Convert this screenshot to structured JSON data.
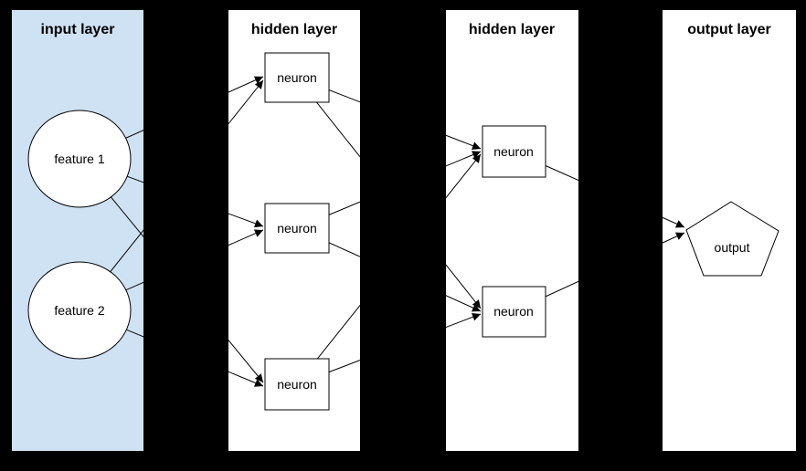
{
  "diagram": {
    "type": "neural-network-diagram",
    "colors": {
      "canvas_background": "#000000",
      "input_panel_fill": "#cfe2f3",
      "hidden_panel_fill": "#ffffff",
      "output_panel_fill": "#ffffff",
      "shape_fill": "#ffffff",
      "stroke": "#000000"
    },
    "panels": [
      {
        "title": "input layer",
        "fill": "#cfe2f3"
      },
      {
        "title": "hidden layer",
        "fill": "#ffffff"
      },
      {
        "title": "hidden layer",
        "fill": "#ffffff"
      },
      {
        "title": "output layer",
        "fill": "#ffffff"
      }
    ],
    "nodes": [
      {
        "id": "feature-1",
        "label": "feature 1",
        "shape": "circle",
        "panel": 0
      },
      {
        "id": "feature-2",
        "label": "feature 2",
        "shape": "circle",
        "panel": 0
      },
      {
        "id": "h1-neuron-1",
        "label": "neuron",
        "shape": "rect",
        "panel": 1
      },
      {
        "id": "h1-neuron-2",
        "label": "neuron",
        "shape": "rect",
        "panel": 1
      },
      {
        "id": "h1-neuron-3",
        "label": "neuron",
        "shape": "rect",
        "panel": 1
      },
      {
        "id": "h2-neuron-1",
        "label": "neuron",
        "shape": "rect",
        "panel": 2
      },
      {
        "id": "h2-neuron-2",
        "label": "neuron",
        "shape": "rect",
        "panel": 2
      },
      {
        "id": "output",
        "label": "output",
        "shape": "pentagon",
        "panel": 3
      }
    ],
    "edges": [
      [
        "feature-1",
        "h1-neuron-1"
      ],
      [
        "feature-1",
        "h1-neuron-2"
      ],
      [
        "feature-1",
        "h1-neuron-3"
      ],
      [
        "feature-2",
        "h1-neuron-1"
      ],
      [
        "feature-2",
        "h1-neuron-2"
      ],
      [
        "feature-2",
        "h1-neuron-3"
      ],
      [
        "h1-neuron-1",
        "h2-neuron-1"
      ],
      [
        "h1-neuron-1",
        "h2-neuron-2"
      ],
      [
        "h1-neuron-2",
        "h2-neuron-1"
      ],
      [
        "h1-neuron-2",
        "h2-neuron-2"
      ],
      [
        "h1-neuron-3",
        "h2-neuron-1"
      ],
      [
        "h1-neuron-3",
        "h2-neuron-2"
      ],
      [
        "h2-neuron-1",
        "output"
      ],
      [
        "h2-neuron-2",
        "output"
      ]
    ]
  }
}
